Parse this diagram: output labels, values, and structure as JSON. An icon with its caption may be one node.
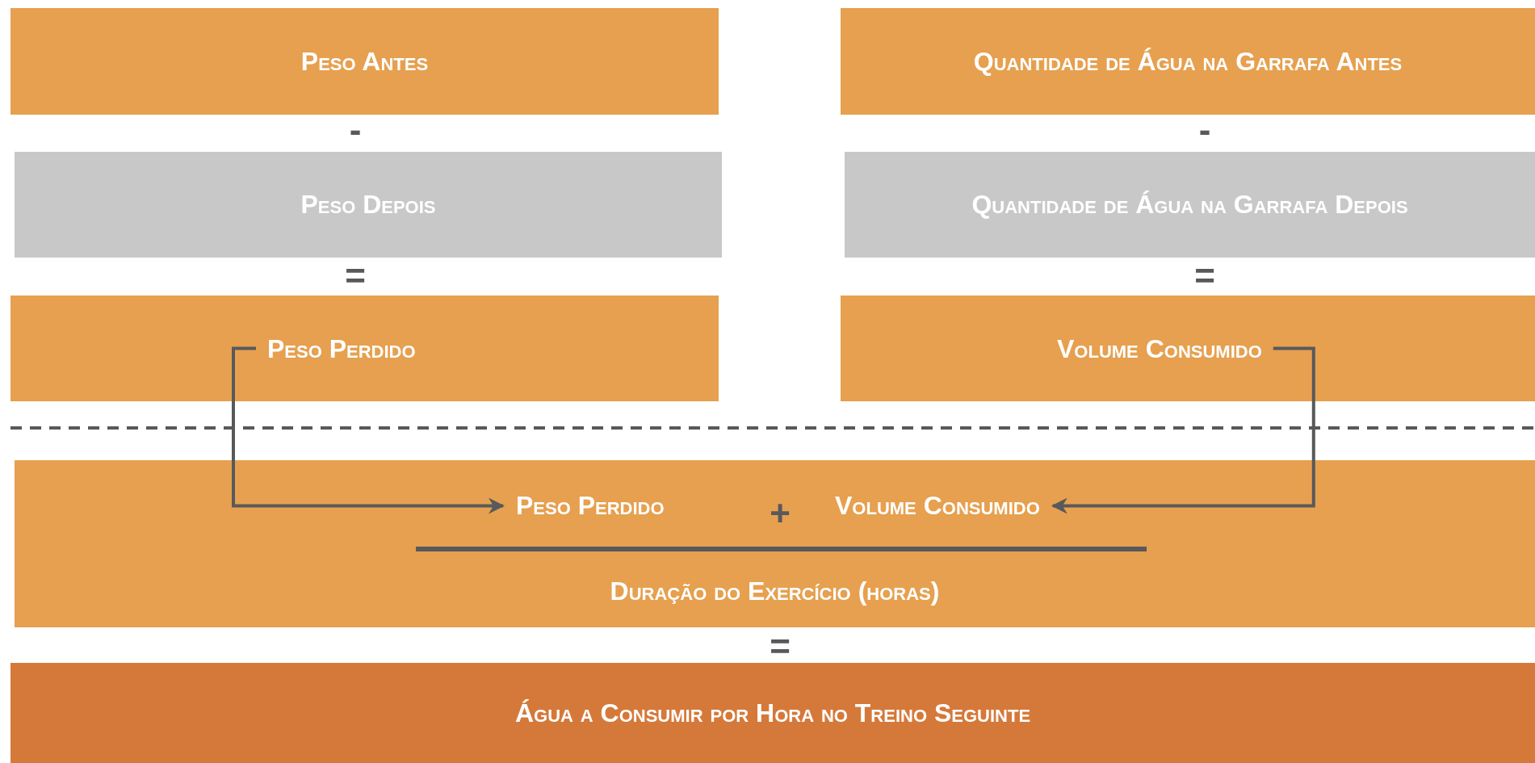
{
  "diagram": {
    "nodes": [
      {
        "text": [
          "Peso Antes"
        ]
      },
      {
        "text": [
          "Quantidade de Água na Garrafa Antes"
        ]
      },
      {
        "text": [
          "Peso Depois"
        ]
      },
      {
        "text": [
          "Quantidade de Água na Garrafa Depois"
        ]
      },
      {
        "text": [
          "Peso Perdido"
        ]
      },
      {
        "text": [
          "Volume Consumido"
        ]
      },
      {
        "text": [
          "Duração do Exercício (horas)"
        ]
      },
      {
        "text": [
          "Peso Perdido"
        ],
        "in": 6
      },
      {
        "text": [
          "Volume Consumido"
        ],
        "in": 6
      },
      {
        "text": [
          "Água a Consumir por Hora no Treino Seguinte"
        ]
      }
    ],
    "edges": [
      {
        "from": 4,
        "to": 7,
        "arrow": "to"
      },
      {
        "from": 5,
        "to": 8,
        "arrow": "to"
      }
    ],
    "labels": [
      "-",
      "-",
      "=",
      "=",
      "+",
      "="
    ]
  }
}
